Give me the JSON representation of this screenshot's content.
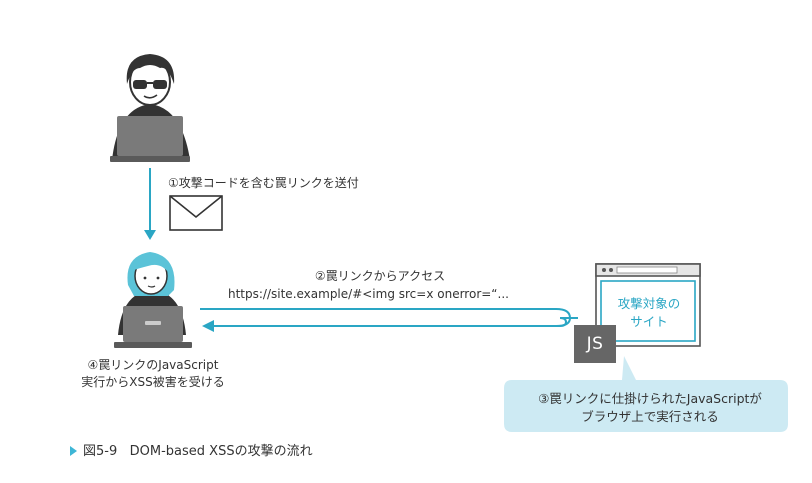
{
  "steps": {
    "step1": "①攻撃コードを含む罠リンクを送付",
    "step2_title": "②罠リンクからアクセス",
    "step2_url": "https://site.example/#<img src=x onerror=“...",
    "step3_line1": "③罠リンクに仕掛けられたJavaScriptが",
    "step3_line2": "ブラウザ上で実行される",
    "step4_line1": "④罠リンクのJavaScript",
    "step4_line2": "実行からXSS被害を受ける"
  },
  "site": {
    "label_line1": "攻撃対象の",
    "label_line2": "サイト",
    "js_badge": "JS"
  },
  "caption": {
    "number": "図5-9",
    "title": "DOM-based XSSの攻撃の流れ"
  },
  "colors": {
    "accent": "#2aa6c4",
    "callout_bg": "#cdeaf3",
    "dark": "#555555",
    "hair_attacker": "#333333",
    "hair_victim": "#5bc3d8"
  },
  "icons": {
    "attacker": "attacker-with-laptop-icon",
    "envelope": "envelope-icon",
    "victim": "victim-with-laptop-icon",
    "browser": "browser-window-icon"
  }
}
